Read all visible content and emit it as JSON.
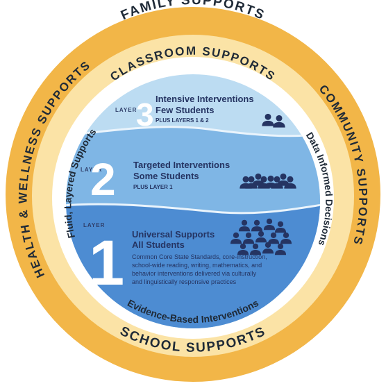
{
  "outer_ring": {
    "top": "FAMILY SUPPORTS",
    "bottom": "SCHOOL SUPPORTS",
    "left": "HEALTH & WELLNESS SUPPORTS",
    "right": "COMMUNITY SUPPORTS"
  },
  "inner_ring": {
    "top": "CLASSROOM SUPPORTS",
    "left": "Fluid, Layered Supports",
    "right": "Data Informed Decisions",
    "bottom": "Evidence-Based Interventions"
  },
  "layers": [
    {
      "word": "LAYER",
      "number": "3",
      "title": "Intensive Interventions",
      "audience": "Few Students",
      "note": "PLUS LAYERS 1 & 2"
    },
    {
      "word": "LAYER",
      "number": "2",
      "title": "Targeted Interventions",
      "audience": "Some Students",
      "note": "PLUS LAYER 1"
    },
    {
      "word": "LAYER",
      "number": "1",
      "title": "Universal Supports",
      "audience": "All Students",
      "description": [
        "Common Core State Standards, core-instruction,",
        "school-wide reading, writing, mathematics, and",
        "behavior interventions delivered via culturally",
        "and linguistically responsive practices"
      ]
    }
  ],
  "icons": {
    "layer3": "people-group-icon",
    "layer2": "people-group-icon",
    "layer1": "people-crowd-icon"
  },
  "colors": {
    "outer_ring": "#f2b648",
    "middle_ring": "#fbe3a6",
    "inner_white": "#ffffff",
    "layer3_bg": "#bcdcf2",
    "layer2_bg": "#7fb6e5",
    "layer1_bg": "#4d8cd2",
    "people": "#253462"
  }
}
